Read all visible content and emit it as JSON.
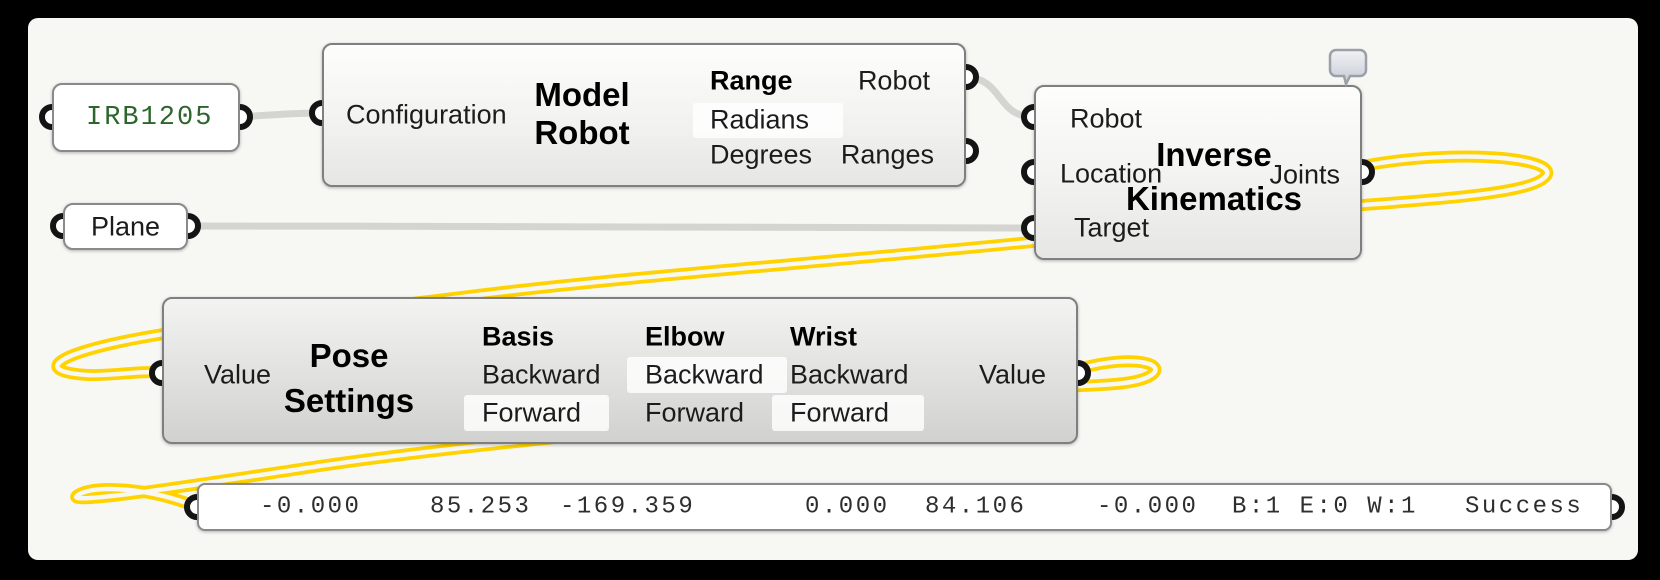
{
  "colors": {
    "wire_selected": "#ffd200",
    "wire_default": "#d5d5d3",
    "canvas_bg": "#f7f7f4",
    "panel_value_green": "#2c662c"
  },
  "irb_panel": {
    "value": "IRB1205"
  },
  "model_robot": {
    "title_line1": "Model",
    "title_line2": "Robot",
    "input": "Configuration",
    "range": {
      "header": "Range",
      "options": [
        "Radians",
        "Degrees"
      ],
      "selected": "Radians"
    },
    "outputs": [
      "Robot",
      "Ranges"
    ]
  },
  "inverse_kinematics": {
    "title_line1": "Inverse",
    "title_line2": "Kinematics",
    "inputs": [
      "Robot",
      "Location",
      "Target"
    ],
    "output": "Joints",
    "balloon_icon": "comment-balloon"
  },
  "plane_param": {
    "label": "Plane"
  },
  "pose_settings": {
    "title_line1": "Pose",
    "title_line2": "Settings",
    "input": "Value",
    "output": "Value",
    "columns": [
      {
        "header": "Basis",
        "options": [
          "Backward",
          "Forward"
        ],
        "selected": "Forward"
      },
      {
        "header": "Elbow",
        "options": [
          "Backward",
          "Forward"
        ],
        "selected": "Backward"
      },
      {
        "header": "Wrist",
        "options": [
          "Backward",
          "Forward"
        ],
        "selected": "Forward"
      }
    ]
  },
  "output_panel": {
    "values": [
      "-0.000",
      "85.253",
      "-169.359",
      "0.000",
      "84.106",
      "-0.000",
      "B:1 E:0 W:1",
      "Success"
    ]
  }
}
